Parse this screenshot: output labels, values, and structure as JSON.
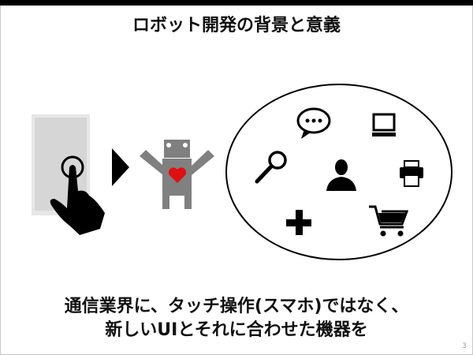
{
  "slide": {
    "title": "ロボット開発の背景と意義",
    "body_line1": "通信業界に、タッチ操作(スマホ)ではなく、",
    "body_line2": "新しいUIとそれに合わせた機器を",
    "page_number": "3"
  },
  "icons": [
    "smartphone-touch-icon",
    "arrow-right-icon",
    "robot-heart-icon",
    "speech-bubble-icon",
    "monitor-icon",
    "search-icon",
    "person-icon",
    "printer-icon",
    "plus-icon",
    "shopping-cart-icon"
  ],
  "colors": {
    "robot": "#808080",
    "heart": "#e01010",
    "phone": "#d6d6d6"
  }
}
